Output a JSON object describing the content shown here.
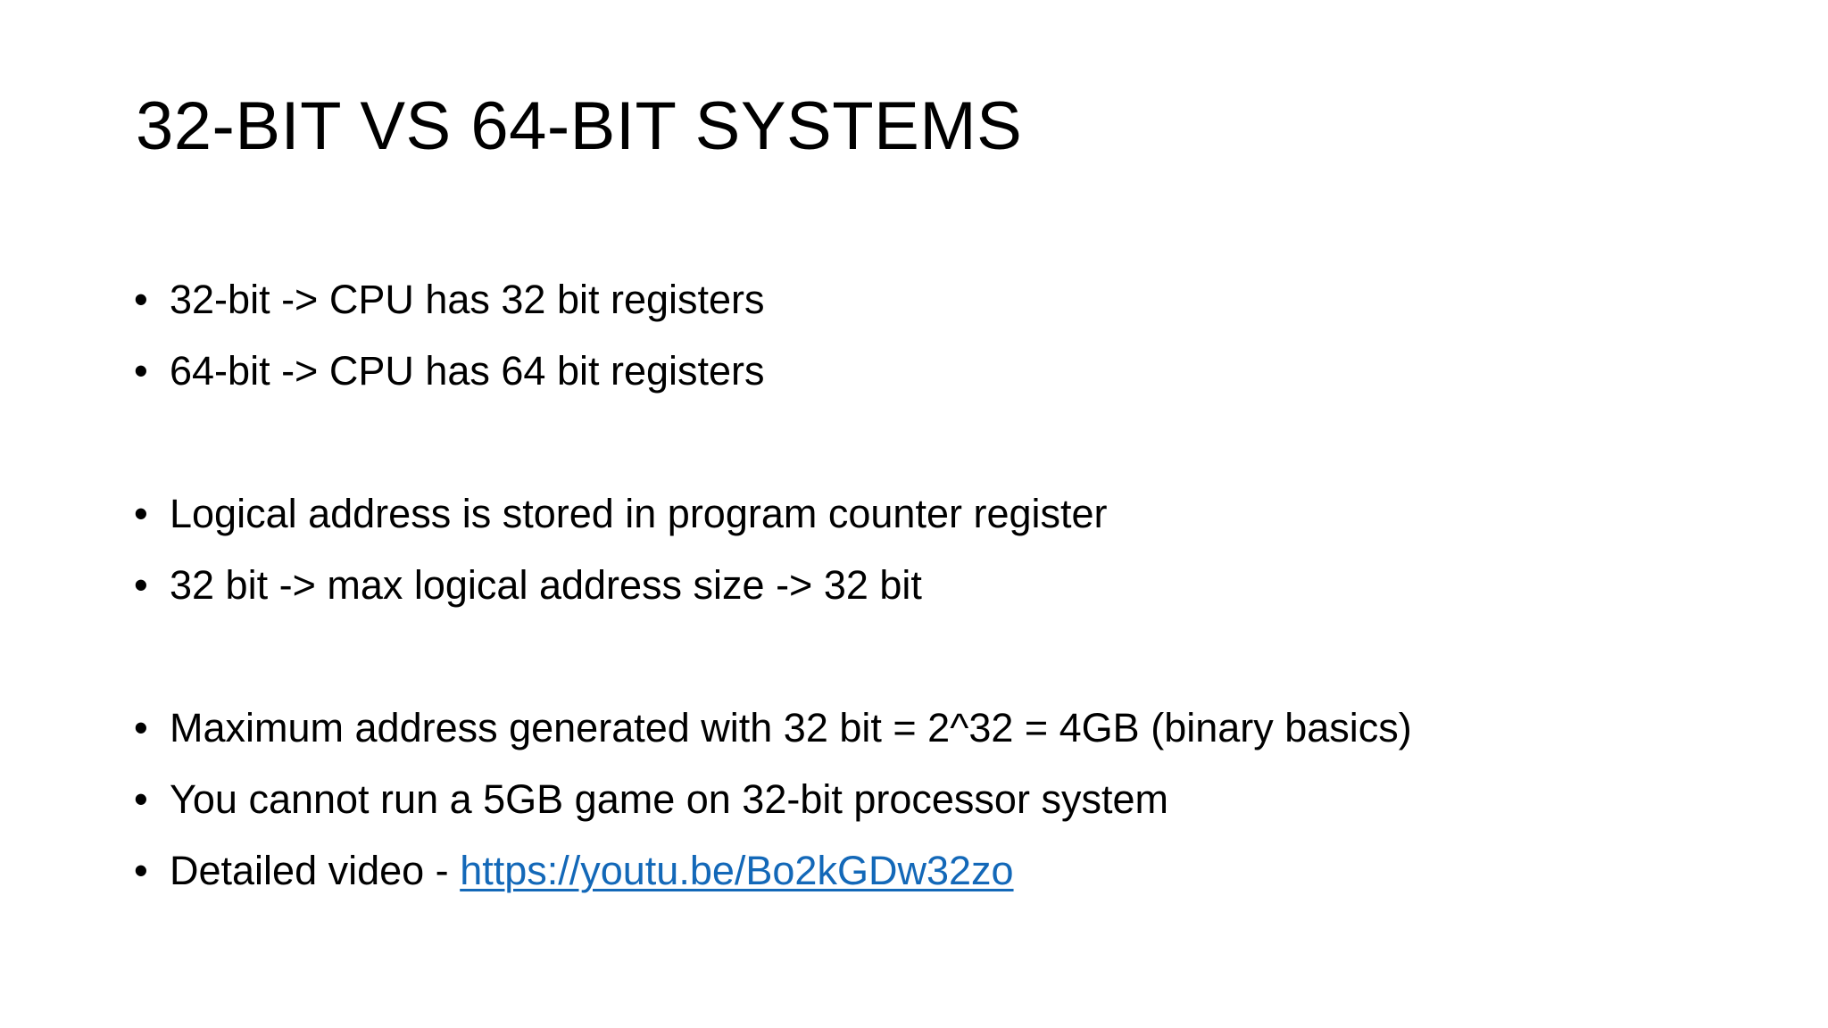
{
  "slide": {
    "background_color": "#FFFFFF",
    "text_color": "#000000",
    "link_color": "#1368B8",
    "title": "32-BIT VS 64-BIT SYSTEMS",
    "bullet_marker": "•",
    "groups": [
      {
        "id": "registers-group",
        "bullets": [
          {
            "text": "32-bit -> CPU has 32 bit registers"
          },
          {
            "text": "64-bit -> CPU has 64 bit registers"
          }
        ]
      },
      {
        "id": "logical-address-group",
        "bullets": [
          {
            "text": "Logical address is stored in program counter register"
          },
          {
            "text": "32 bit -> max logical address size -> 32 bit"
          }
        ]
      },
      {
        "id": "max-address-group",
        "bullets": [
          {
            "text": "Maximum address generated with 32 bit = 2^32 = 4GB (binary basics)"
          },
          {
            "text": "You cannot run a 5GB game on 32-bit processor system"
          },
          {
            "text_before_link": "Detailed video - ",
            "link_text": "https://youtu.be/Bo2kGDw32zo"
          }
        ]
      }
    ]
  }
}
